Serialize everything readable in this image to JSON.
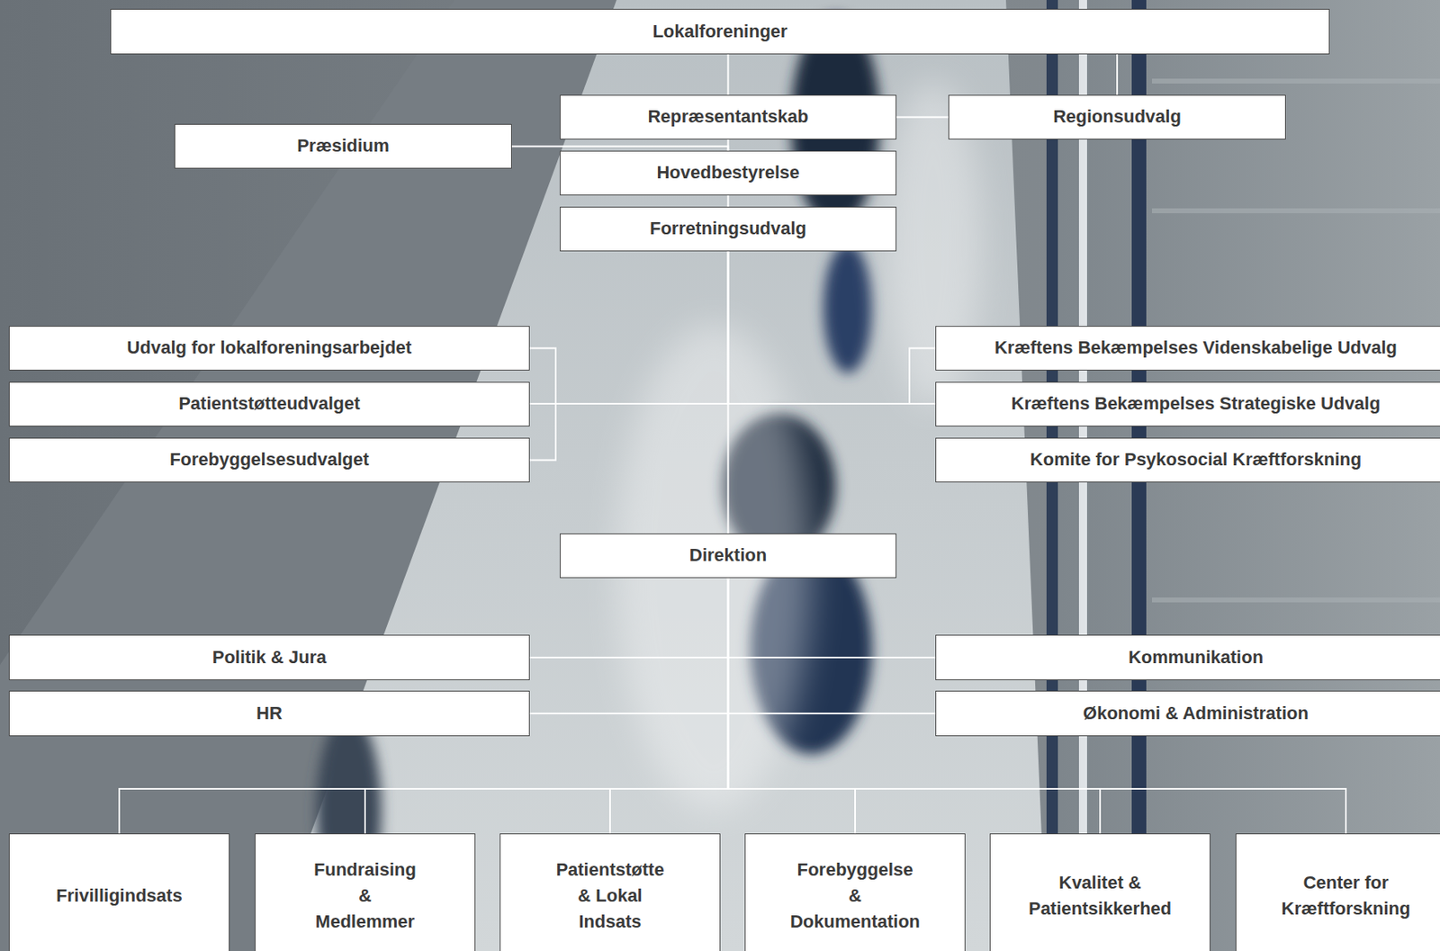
{
  "diagram": {
    "nodes": [
      {
        "text": [
          "Lokalforeninger"
        ]
      },
      {
        "text": [
          "Repræsentantskab"
        ]
      },
      {
        "text": [
          "Regionsudvalg"
        ]
      },
      {
        "text": [
          "Præsidium"
        ]
      },
      {
        "text": [
          "Hovedbestyrelse"
        ]
      },
      {
        "text": [
          "Forretningsudvalg"
        ]
      },
      {
        "text": [
          "Udvalg for lokalforeningsarbejdet"
        ]
      },
      {
        "text": [
          "Kræftens Bekæmpelses Videnskabelige Udvalg"
        ]
      },
      {
        "text": [
          "Patientstøtteudvalget"
        ]
      },
      {
        "text": [
          "Kræftens Bekæmpelses Strategiske Udvalg"
        ]
      },
      {
        "text": [
          "Forebyggelsesudvalget"
        ]
      },
      {
        "text": [
          "Komite for Psykosocial Kræftforskning"
        ]
      },
      {
        "text": [
          "Direktion"
        ]
      },
      {
        "text": [
          "Politik & Jura"
        ]
      },
      {
        "text": [
          "Kommunikation"
        ]
      },
      {
        "text": [
          "HR"
        ]
      },
      {
        "text": [
          "Økonomi & Administration"
        ]
      },
      {
        "text": [
          "Frivilligindsats"
        ]
      },
      {
        "text": [
          "Fundraising & Medlemmer"
        ]
      },
      {
        "text": [
          "Patientstøtte & Lokal Indsats"
        ]
      },
      {
        "text": [
          "Forebyggelse & Dokumentation"
        ]
      },
      {
        "text": [
          "Kvalitet & Patientsikkerhed"
        ]
      },
      {
        "text": [
          "Center for Kræftforskning"
        ]
      }
    ],
    "edges": [
      {
        "from": 0,
        "to": 1,
        "arrow": "none"
      },
      {
        "from": 0,
        "to": 2,
        "arrow": "none"
      },
      {
        "from": 1,
        "to": 2,
        "arrow": "none"
      },
      {
        "from": 3,
        "to": 4,
        "arrow": "none"
      },
      {
        "from": 1,
        "to": 4,
        "arrow": "none"
      },
      {
        "from": 4,
        "to": 5,
        "arrow": "none"
      },
      {
        "from": 5,
        "to": 6,
        "arrow": "none"
      },
      {
        "from": 5,
        "to": 8,
        "arrow": "none"
      },
      {
        "from": 5,
        "to": 10,
        "arrow": "none"
      },
      {
        "from": 5,
        "to": 7,
        "arrow": "none"
      },
      {
        "from": 5,
        "to": 9,
        "arrow": "none"
      },
      {
        "from": 5,
        "to": 12,
        "arrow": "none"
      },
      {
        "from": 12,
        "to": 13,
        "arrow": "none"
      },
      {
        "from": 12,
        "to": 14,
        "arrow": "none"
      },
      {
        "from": 12,
        "to": 15,
        "arrow": "none"
      },
      {
        "from": 12,
        "to": 16,
        "arrow": "none"
      },
      {
        "from": 12,
        "to": 17,
        "arrow": "none"
      },
      {
        "from": 12,
        "to": 18,
        "arrow": "none"
      },
      {
        "from": 12,
        "to": 19,
        "arrow": "none"
      },
      {
        "from": 12,
        "to": 20,
        "arrow": "none"
      },
      {
        "from": 12,
        "to": 21,
        "arrow": "none"
      },
      {
        "from": 12,
        "to": 22,
        "arrow": "none"
      }
    ]
  }
}
